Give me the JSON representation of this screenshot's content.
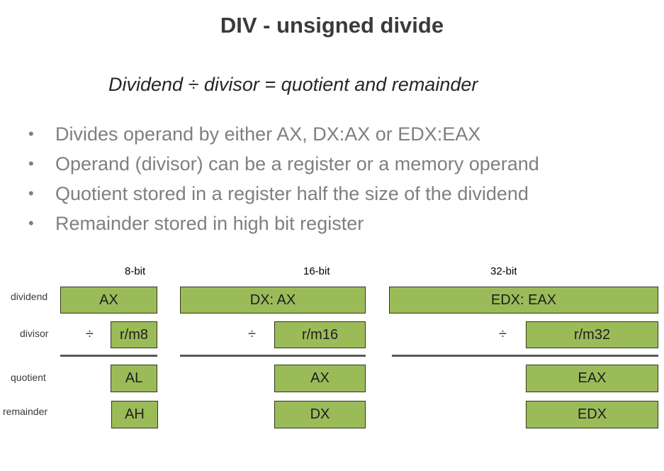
{
  "title": "DIV - unsigned divide",
  "subtitle": "Dividend ÷ divisor = quotient and remainder",
  "bullets": [
    "Divides operand by either AX, DX:AX or EDX:EAX",
    "Operand (divisor) can be a register or a memory operand",
    "Quotient stored in a register half the size of the dividend",
    "Remainder stored in high bit register"
  ],
  "bullet_glyph": "•",
  "division_symbol": "÷",
  "row_labels": {
    "dividend": "dividend",
    "divisor": "divisor",
    "quotient": "quotient",
    "remainder": "remainder"
  },
  "columns": [
    {
      "heading": "8-bit",
      "dividend": "AX",
      "divisor": "r/m8",
      "quotient": "AL",
      "remainder": "AH"
    },
    {
      "heading": "16-bit",
      "dividend": "DX: AX",
      "divisor": "r/m16",
      "quotient": "AX",
      "remainder": "DX"
    },
    {
      "heading": "32-bit",
      "dividend": "EDX: EAX",
      "divisor": "r/m32",
      "quotient": "EAX",
      "remainder": "EDX"
    }
  ],
  "colors": {
    "register_fill": "#9bbb59",
    "register_border": "#2f3a17",
    "bullet_text": "#7f7f7f",
    "rule": "#595959"
  }
}
